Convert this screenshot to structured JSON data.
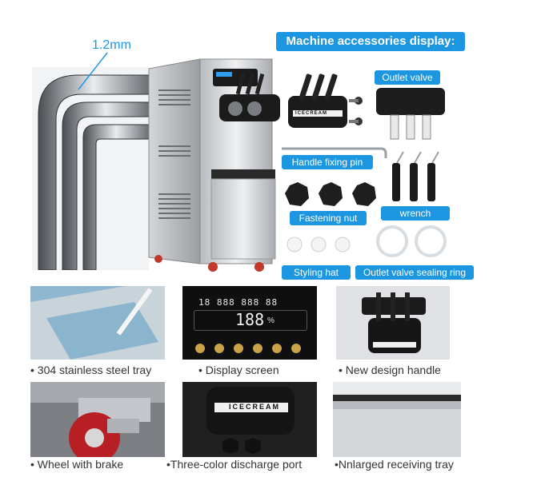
{
  "thickness_label": "1.2mm",
  "accessories": {
    "heading": "Machine accessories display:",
    "labels": {
      "outlet_valve": "Outlet valve",
      "handle_fixing_pin": "Handle fixing pin",
      "fastening_nut": "Fastening nut",
      "wrench": "wrench",
      "styling_hat": "Styling hat",
      "sealing_ring": "Outlet valve sealing ring"
    }
  },
  "brand_text": "ICECREAM",
  "display_digits": {
    "row1": "18 888 888 88",
    "big": "188",
    "unit": "%"
  },
  "captions": {
    "tray": "• 304 stainless steel tray",
    "display": "• Display screen",
    "handle": "• New design handle",
    "wheel": "• Wheel with brake",
    "discharge": "•Three-color discharge port",
    "receiving": "•Nnlarged receiving tray"
  },
  "colors": {
    "accent": "#1c96e0",
    "steel": "#c9ccd0",
    "dark": "#1b1b1b"
  }
}
